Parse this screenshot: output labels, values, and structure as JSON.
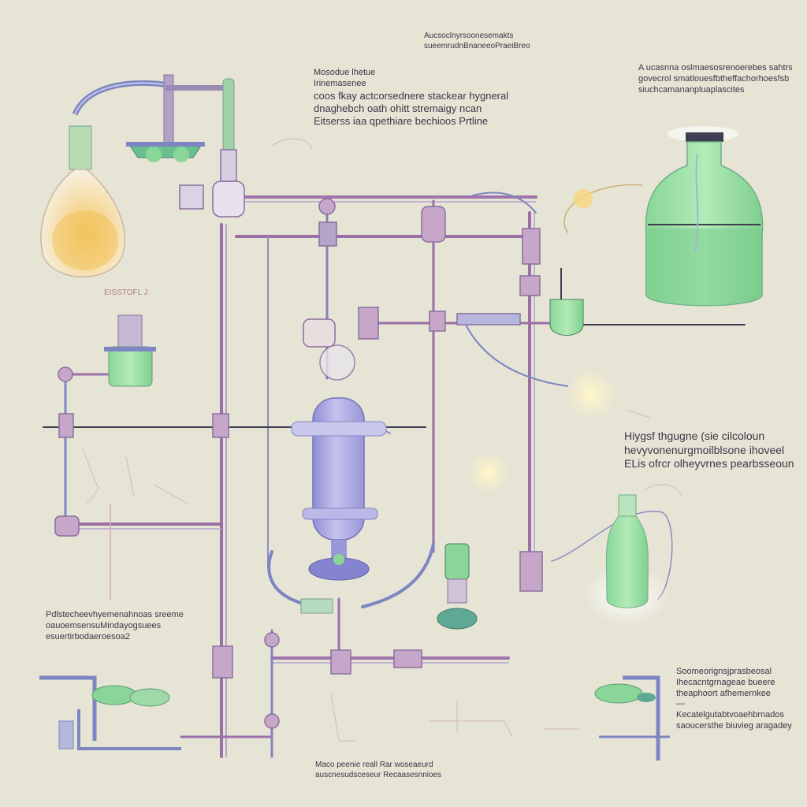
{
  "annotations": {
    "top_center": [
      "Aucsoclnyrsoonesemakts",
      "sueemrudnBnaneeoPraeiBreo"
    ],
    "center_block": [
      "Mosodue lhetue",
      "Irinemasenee",
      "coos fkay actcorsednere stackear hygneral",
      "dnaghebch oath ohitt stremaigy ncan",
      "Eitserss iaa qpethiare bechioos Prtline"
    ],
    "top_right": [
      "A ucasnna oslmaesosrenoerebes sahtrs",
      "govecrol smatlouesfbtheffachorhoesfsb",
      "siuchcamananpluaplascites"
    ],
    "flask_left_tag": "EISSTOFL J",
    "right_middle": [
      "Hiygsf thgugne (sie cilcoloun",
      "hevyvonenurgmoilblsone ihoveel",
      "ELis ofrcr olheyvrnes pearbsseoun"
    ],
    "bottom_left": [
      "Pdlstecheevhyemenahnoas sreeme",
      "oauoemsensuMindayogsuees",
      "esuertirbodaeroesoa2"
    ],
    "bottom_right": [
      "Soomeorignsjprasbeosal",
      "Ihecacntgrnageae bueere",
      "theaphoort afhemernkee",
      "—",
      "Kecatelgutabtvoaehbrnados",
      "saoucersthe biuvieg aragadey"
    ],
    "bottom_center": [
      "Maco peenie reall Rar woseaeurd",
      "auscnesudsceseur Recaasesnnioes"
    ]
  },
  "colors": {
    "background": "#e6e4d4",
    "pipe_purple": "#9b6fa8",
    "pipe_blue": "#7d86c2",
    "liquid_green": "#8fd99a",
    "liquid_orange": "#f2c86a",
    "reactor_lavender": "#a9a8e0",
    "text": "#3a3748"
  }
}
